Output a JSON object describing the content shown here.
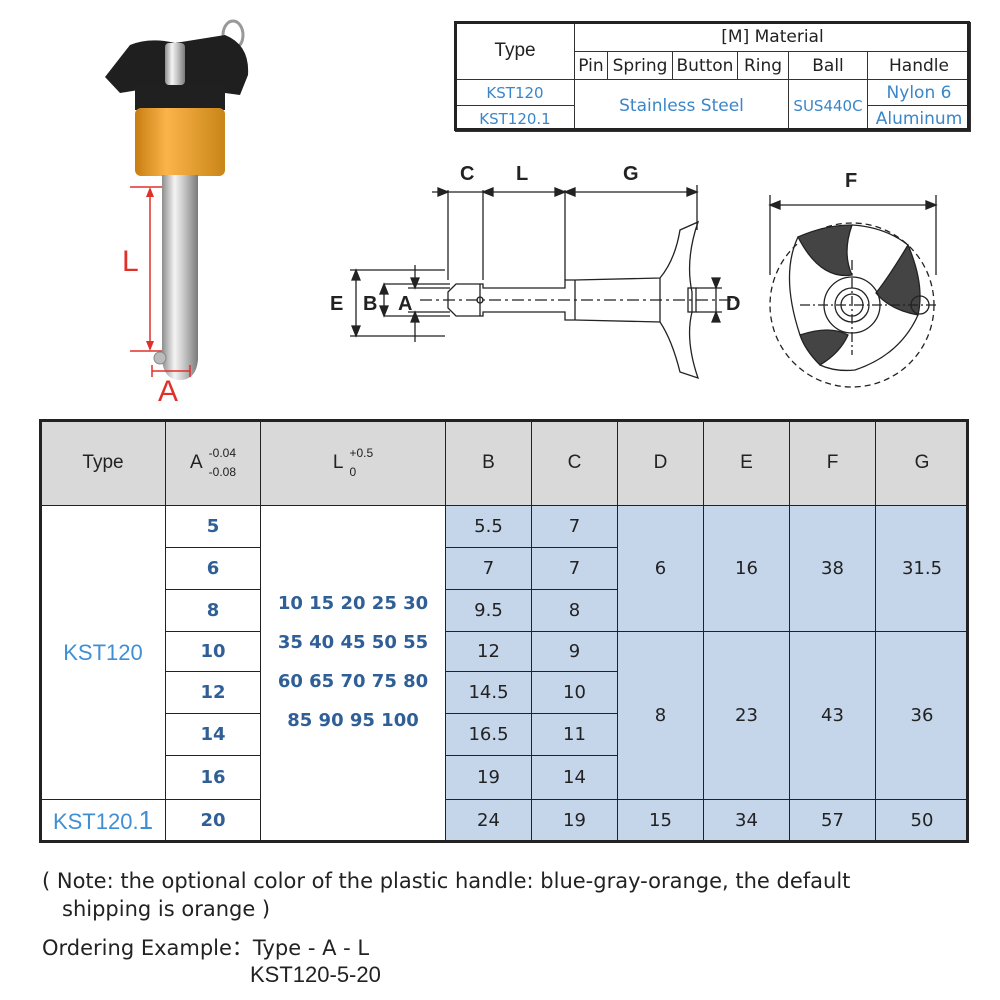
{
  "material_table": {
    "type_header": "Type",
    "material_header": "[M] Material",
    "columns": [
      "Pin",
      "Spring",
      "Button",
      "Ring",
      "Ball",
      "Handle"
    ],
    "rows": [
      {
        "type": "KST120",
        "handle": "Nylon 6"
      },
      {
        "type": "KST120.1",
        "handle": "Aluminum"
      }
    ],
    "shared_material": "Stainless Steel",
    "ball_material": "SUS440C"
  },
  "photo_labels": {
    "length": "L",
    "diameter": "A"
  },
  "drawing_labels": {
    "C": "C",
    "L": "L",
    "G": "G",
    "F": "F",
    "E": "E",
    "B": "B",
    "A": "A",
    "D": "D"
  },
  "spec_table": {
    "headers": {
      "type": "Type",
      "A": "A",
      "A_tol_upper": "-0.04",
      "A_tol_lower": "-0.08",
      "L": "L",
      "L_tol_upper": "+0.5",
      "L_tol_lower": "0",
      "B": "B",
      "C": "C",
      "D": "D",
      "E": "E",
      "F": "F",
      "G": "G"
    },
    "type_kst120": "KST120",
    "type_kst1201_main": "KST120.",
    "type_kst1201_suffix": "1",
    "L_values": [
      "10 15 20 25 30",
      "35 40 45 50 55",
      "60 65 70 75 80",
      "85 90 95 100"
    ],
    "rows": [
      {
        "A": "5",
        "B": "5.5",
        "C": "7"
      },
      {
        "A": "6",
        "B": "7",
        "C": "7"
      },
      {
        "A": "8",
        "B": "9.5",
        "C": "8"
      },
      {
        "A": "10",
        "B": "12",
        "C": "9"
      },
      {
        "A": "12",
        "B": "14.5",
        "C": "10"
      },
      {
        "A": "14",
        "B": "16.5",
        "C": "11"
      },
      {
        "A": "16",
        "B": "19",
        "C": "14"
      },
      {
        "A": "20",
        "B": "24",
        "C": "19"
      }
    ],
    "group1": {
      "D": "6",
      "E": "16",
      "F": "38",
      "G": "31.5"
    },
    "group2": {
      "D": "8",
      "E": "23",
      "F": "43",
      "G": "36"
    },
    "group3": {
      "D": "15",
      "E": "34",
      "F": "57",
      "G": "50"
    }
  },
  "notes": {
    "note_line1": "( Note: the optional color of the plastic handle: blue-gray-orange, the default",
    "note_line2": "shipping is orange )",
    "ordering_label": "Ordering Example：Type - A - L",
    "ordering_example": "KST120-5-20"
  }
}
